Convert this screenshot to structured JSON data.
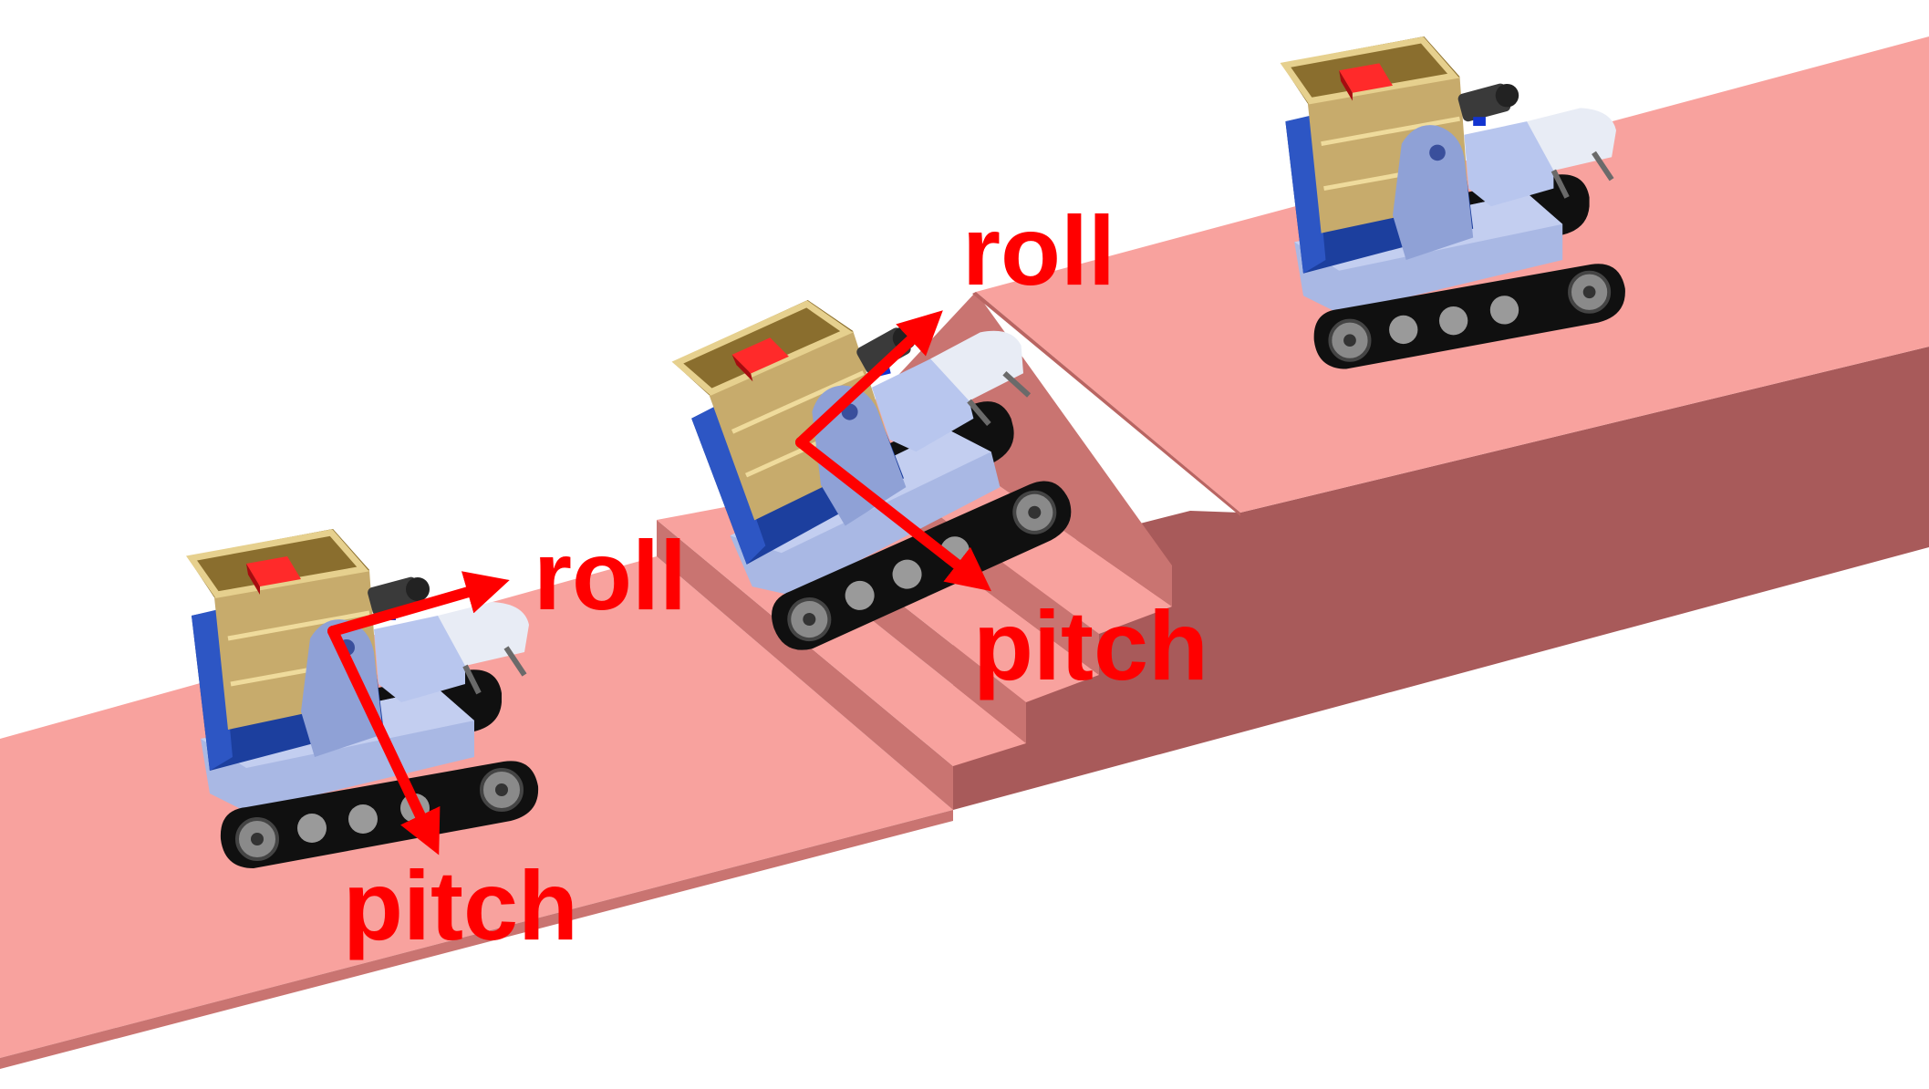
{
  "colors": {
    "background": "#ffffff",
    "stair_top": "#f8a29e",
    "stair_side": "#a85a5a",
    "stair_riser": "#c97471",
    "axis_red": "#ff0000",
    "track": "#101010",
    "wheel": "#8a8a8a",
    "body_blue": "#1c3f9e",
    "body_light": "#a9b8e4",
    "basket": "#c7ab6c",
    "basket_rim": "#d8c07c",
    "cargo_red": "#e8131b",
    "camera": "#3a3a3a"
  },
  "robots": [
    {
      "id": "robot-flat",
      "labels": {
        "roll": "roll",
        "pitch": "pitch"
      }
    },
    {
      "id": "robot-climbing",
      "labels": {
        "roll": "roll",
        "pitch": "pitch"
      }
    },
    {
      "id": "robot-top",
      "labels": {}
    }
  ],
  "icons": {
    "robot": "tracked-robot-icon",
    "axis": "arrow-icon"
  }
}
